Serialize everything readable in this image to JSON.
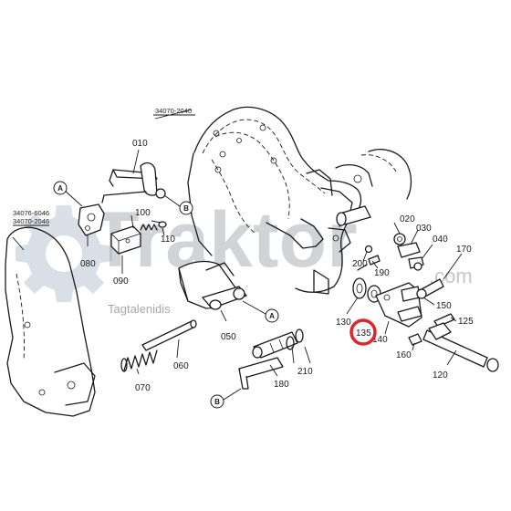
{
  "diagram": {
    "reference_codes": [
      "34070-2040",
      "34076-6046",
      "34070-2046"
    ],
    "part_numbers": {
      "p010": "010",
      "p020": "020",
      "p030": "030",
      "p040": "040",
      "p050": "050",
      "p060": "060",
      "p070": "070",
      "p080": "080",
      "p090": "090",
      "p100": "100",
      "p110": "110",
      "p120": "120",
      "p125": "125",
      "p130": "130",
      "p135": "135",
      "p140": "140",
      "p150": "150",
      "p160": "160",
      "p170": "170",
      "p180": "180",
      "p190": "190",
      "p200": "200",
      "p210": "210"
    },
    "callouts": {
      "a": "A",
      "b": "B"
    },
    "highlighted_part": "135",
    "highlight_color": "#e0242a"
  },
  "watermark": {
    "brand": "Traktor",
    "domain": ".com",
    "tagline": "Tagtalenidis",
    "color": "#9aa1a8"
  }
}
